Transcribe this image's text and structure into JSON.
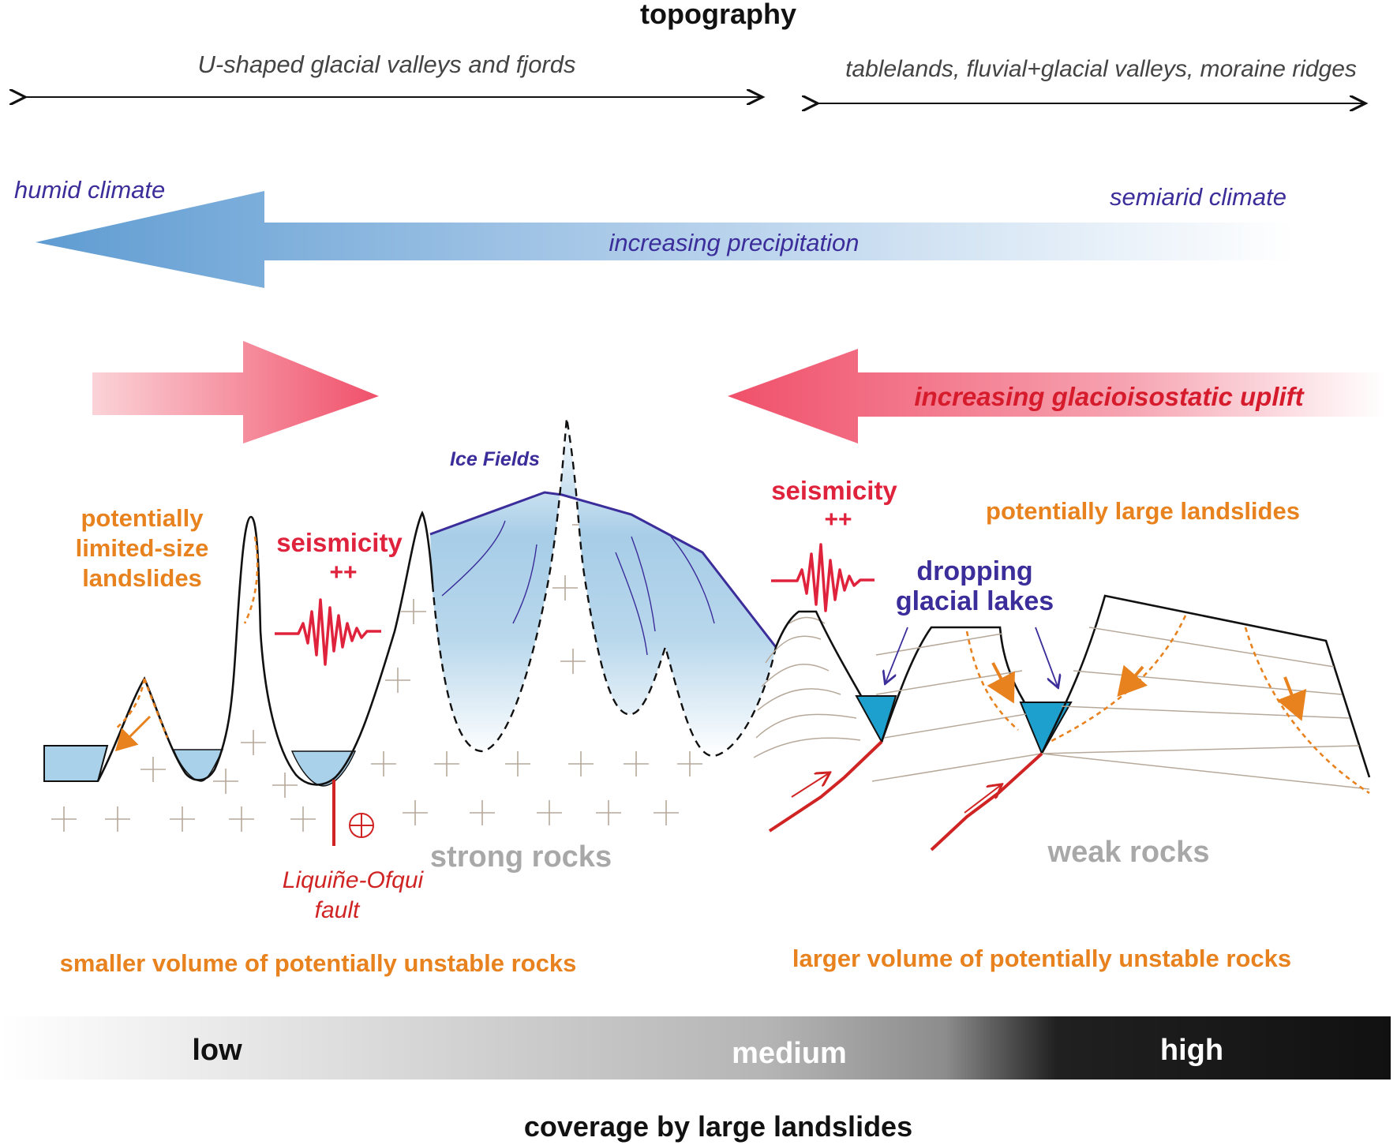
{
  "topography": {
    "title": "topography",
    "left_label": "U-shaped glacial valleys and fjords",
    "right_label": "tablelands, fluvial+glacial valleys, moraine ridges"
  },
  "climate": {
    "humid": "humid climate",
    "semiarid": "semiarid climate",
    "precipitation": "increasing precipitation"
  },
  "uplift": {
    "label": "increasing glacioisostatic uplift"
  },
  "labels": {
    "ice_fields": "Ice Fields",
    "limited_landslides_1": "potentially",
    "limited_landslides_2": "limited-size",
    "limited_landslides_3": "landslides",
    "seismicity_left_1": "seismicity",
    "seismicity_left_2": "++",
    "seismicity_right_1": "seismicity",
    "seismicity_right_2": "++",
    "large_landslides": "potentially large landslides",
    "dropping_1": "dropping",
    "dropping_2": "glacial lakes",
    "strong_rocks": "strong rocks",
    "weak_rocks": "weak rocks",
    "fault_1": "Liquiñe-Ofqui",
    "fault_2": "fault",
    "smaller_volume": "smaller volume of potentially unstable rocks",
    "larger_volume": "larger volume of potentially unstable rocks"
  },
  "coverage": {
    "title": "coverage by large landslides",
    "low": "low",
    "medium": "medium",
    "high": "high"
  },
  "colors": {
    "precip_blue": "#6fa6d6",
    "uplift_red": "#f0556a",
    "ice_blue": "#a9cde6",
    "lake_blue": "#1ea0cf",
    "seismic_red": "#e0233c",
    "fault_red": "#d02424",
    "orange": "#e8821e",
    "purple": "#3b2d9a",
    "rock_gray": "#a8a8a8"
  }
}
